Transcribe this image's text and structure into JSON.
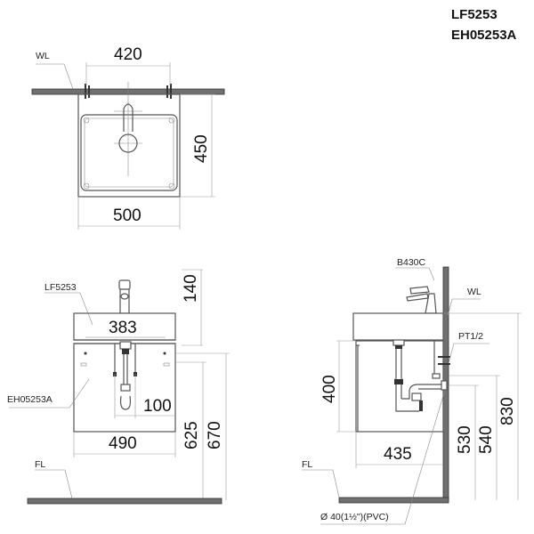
{
  "header": {
    "model_faucet": "LF5253",
    "model_cabinet": "EH05253A"
  },
  "top_view": {
    "wall_label": "WL",
    "dim_faucet_spacing": "420",
    "dim_depth": "450",
    "dim_width": "500"
  },
  "front_view": {
    "label_basin": "LF5253",
    "label_cabinet": "EH05253A",
    "floor_label": "FL",
    "dim_faucet_height": "140",
    "dim_inner_width": "383",
    "dim_trap_width": "100",
    "dim_cabinet_width": "490",
    "dim_bracket_height_low": "625",
    "dim_bracket_height_high": "670"
  },
  "side_view": {
    "faucet_label": "B430C",
    "wall_label": "WL",
    "supply_label": "PT1/2",
    "floor_label": "FL",
    "drain_label": "Ø 40(1½\")(PVC)",
    "dim_cabinet_height": "400",
    "dim_depth": "435",
    "dim_drain_height": "530",
    "dim_supply_height": "540",
    "dim_total_height": "830"
  }
}
